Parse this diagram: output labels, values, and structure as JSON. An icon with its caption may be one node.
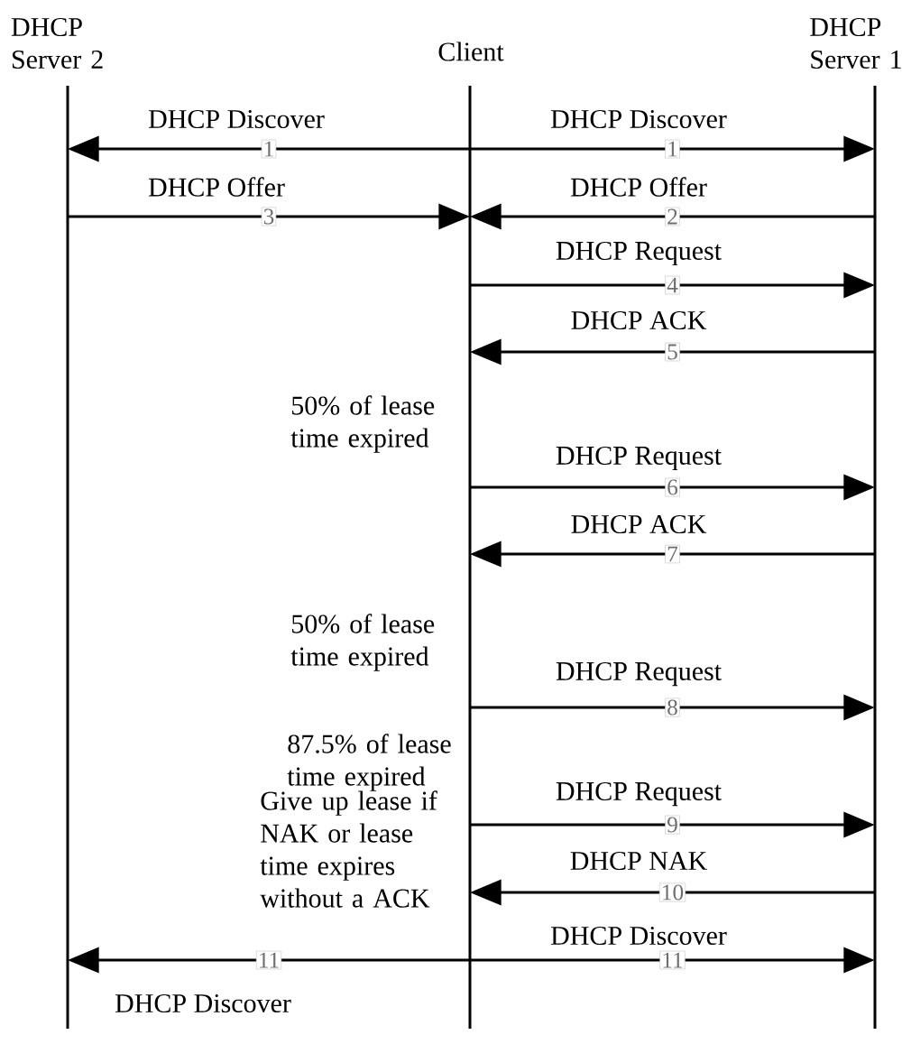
{
  "diagram": {
    "nodes": [
      {
        "text": [
          "DHCP Server 2"
        ]
      },
      {
        "text": [
          "Client"
        ]
      },
      {
        "text": [
          "DHCP Server 1"
        ]
      }
    ],
    "edges": [
      {
        "from": 1,
        "to": 0,
        "arrow": "to",
        "label": "DHCP Discover"
      },
      {
        "from": 1,
        "to": 2,
        "arrow": "to",
        "label": "DHCP Discover"
      },
      {
        "from": 0,
        "to": 1,
        "arrow": "to",
        "label": "DHCP Offer"
      },
      {
        "from": 2,
        "to": 1,
        "arrow": "to",
        "label": "DHCP Offer"
      },
      {
        "from": 1,
        "to": 2,
        "arrow": "to",
        "label": "DHCP Request"
      },
      {
        "from": 2,
        "to": 1,
        "arrow": "to",
        "label": "DHCP ACK"
      },
      {
        "from": 1,
        "to": 2,
        "arrow": "to",
        "label": "DHCP Request"
      },
      {
        "from": 2,
        "to": 1,
        "arrow": "to",
        "label": "DHCP ACK"
      },
      {
        "from": 1,
        "to": 2,
        "arrow": "to",
        "label": "DHCP Request"
      },
      {
        "from": 1,
        "to": 2,
        "arrow": "to",
        "label": "DHCP Request"
      },
      {
        "from": 2,
        "to": 1,
        "arrow": "to",
        "label": "DHCP NAK"
      },
      {
        "from": 1,
        "to": 0,
        "arrow": "to",
        "label": "DHCP Discover"
      },
      {
        "from": 1,
        "to": 2,
        "arrow": "to",
        "label": "DHCP Discover"
      }
    ],
    "labels": [
      "1",
      "1",
      "3",
      "2",
      "4",
      "5",
      "50% of lease time expired",
      "6",
      "7",
      "50% of lease time expired",
      "8",
      "87.5% of lease time expired",
      "9",
      "Give up lease if NAK or lease time expires without a ACK",
      "10",
      "11",
      "11"
    ]
  }
}
